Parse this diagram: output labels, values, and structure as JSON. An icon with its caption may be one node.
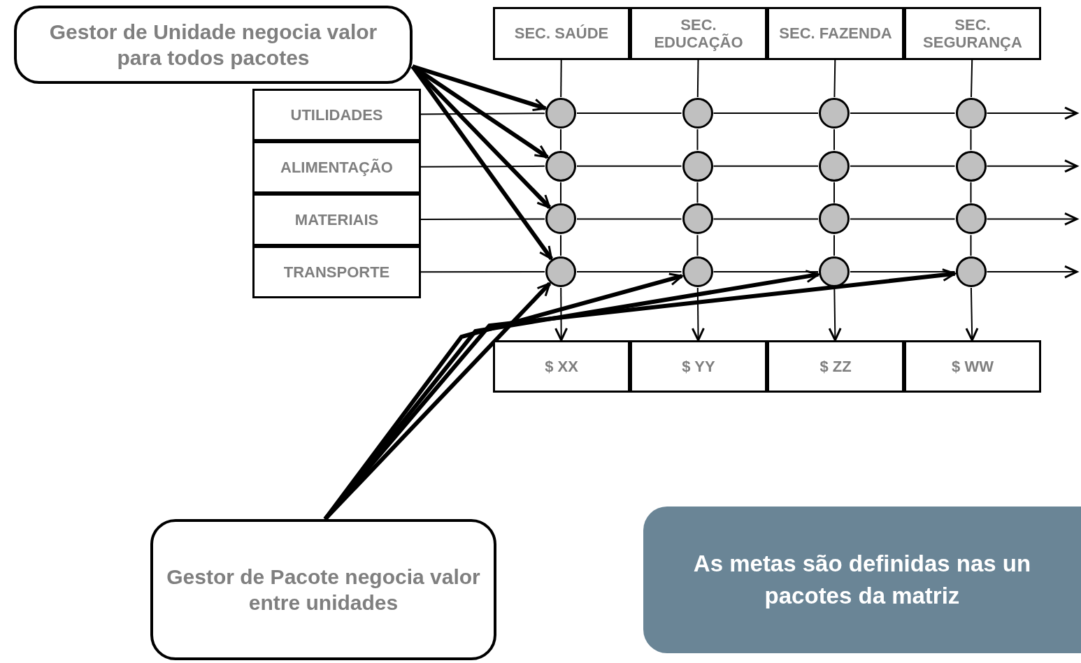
{
  "diagram": {
    "nodes": [
      {
        "text": [
          "Gestor de Unidade negocia valor para todos pacotes"
        ]
      },
      {
        "text": [
          "SEC. SAÚDE"
        ]
      },
      {
        "text": [
          "SEC. EDUCAÇÃO"
        ]
      },
      {
        "text": [
          "SEC. FAZENDA"
        ]
      },
      {
        "text": [
          "SEC. SEGURANÇA"
        ]
      },
      {
        "text": [
          "UTILIDADES"
        ]
      },
      {
        "text": [
          "ALIMENTAÇÃO"
        ]
      },
      {
        "text": [
          "MATERIAIS"
        ]
      },
      {
        "text": [
          "TRANSPORTE"
        ]
      },
      {
        "text": [],
        "shape": "circle"
      },
      {
        "text": [],
        "shape": "circle"
      },
      {
        "text": [],
        "shape": "circle"
      },
      {
        "text": [],
        "shape": "circle"
      },
      {
        "text": [],
        "shape": "circle"
      },
      {
        "text": [],
        "shape": "circle"
      },
      {
        "text": [],
        "shape": "circle"
      },
      {
        "text": [],
        "shape": "circle"
      },
      {
        "text": [],
        "shape": "circle"
      },
      {
        "text": [],
        "shape": "circle"
      },
      {
        "text": [],
        "shape": "circle"
      },
      {
        "text": [],
        "shape": "circle"
      },
      {
        "text": [],
        "shape": "circle"
      },
      {
        "text": [],
        "shape": "circle"
      },
      {
        "text": [],
        "shape": "circle"
      },
      {
        "text": [],
        "shape": "circle"
      },
      {
        "text": [
          "$ XX"
        ]
      },
      {
        "text": [
          "$ YY"
        ]
      },
      {
        "text": [
          "$ ZZ"
        ]
      },
      {
        "text": [
          "$ WW"
        ]
      },
      {
        "text": [
          "Gestor de Pacote negocia valor entre unidades"
        ]
      },
      {
        "text": [
          "As metas são definidas nas un pacotes da matriz"
        ]
      }
    ],
    "edges": [
      {
        "from": 1,
        "to": 9,
        "arrow": "none"
      },
      {
        "from": 2,
        "to": 10,
        "arrow": "none"
      },
      {
        "from": 3,
        "to": 11,
        "arrow": "none"
      },
      {
        "from": 4,
        "to": 12,
        "arrow": "none"
      },
      {
        "from": 5,
        "to": 9,
        "arrow": "none"
      },
      {
        "from": 6,
        "to": 13,
        "arrow": "none"
      },
      {
        "from": 7,
        "to": 17,
        "arrow": "none"
      },
      {
        "from": 8,
        "to": 21,
        "arrow": "none"
      },
      {
        "from": 9,
        "to": 10,
        "arrow": "none"
      },
      {
        "from": 10,
        "to": 11,
        "arrow": "none"
      },
      {
        "from": 11,
        "to": 12,
        "arrow": "none"
      },
      {
        "from": 12,
        "to": null,
        "arrow": "to"
      },
      {
        "from": 13,
        "to": 14,
        "arrow": "none"
      },
      {
        "from": 14,
        "to": 15,
        "arrow": "none"
      },
      {
        "from": 15,
        "to": 16,
        "arrow": "none"
      },
      {
        "from": 16,
        "to": null,
        "arrow": "to"
      },
      {
        "from": 17,
        "to": 18,
        "arrow": "none"
      },
      {
        "from": 18,
        "to": 19,
        "arrow": "none"
      },
      {
        "from": 19,
        "to": 20,
        "arrow": "none"
      },
      {
        "from": 20,
        "to": null,
        "arrow": "to"
      },
      {
        "from": 21,
        "to": 22,
        "arrow": "none"
      },
      {
        "from": 22,
        "to": 23,
        "arrow": "none"
      },
      {
        "from": 23,
        "to": 24,
        "arrow": "none"
      },
      {
        "from": 24,
        "to": null,
        "arrow": "to"
      },
      {
        "from": 9,
        "to": 13,
        "arrow": "none"
      },
      {
        "from": 13,
        "to": 17,
        "arrow": "none"
      },
      {
        "from": 17,
        "to": 21,
        "arrow": "none"
      },
      {
        "from": 21,
        "to": 25,
        "arrow": "to"
      },
      {
        "from": 10,
        "to": 14,
        "arrow": "none"
      },
      {
        "from": 14,
        "to": 18,
        "arrow": "none"
      },
      {
        "from": 18,
        "to": 22,
        "arrow": "none"
      },
      {
        "from": 22,
        "to": 26,
        "arrow": "to"
      },
      {
        "from": 11,
        "to": 15,
        "arrow": "none"
      },
      {
        "from": 15,
        "to": 19,
        "arrow": "none"
      },
      {
        "from": 19,
        "to": 23,
        "arrow": "none"
      },
      {
        "from": 23,
        "to": 27,
        "arrow": "to"
      },
      {
        "from": 12,
        "to": 16,
        "arrow": "none"
      },
      {
        "from": 16,
        "to": 20,
        "arrow": "none"
      },
      {
        "from": 20,
        "to": 24,
        "arrow": "none"
      },
      {
        "from": 24,
        "to": 28,
        "arrow": "to"
      },
      {
        "from": 0,
        "to": 9,
        "arrow": "to",
        "style": "thick"
      },
      {
        "from": 0,
        "to": 13,
        "arrow": "to",
        "style": "thick"
      },
      {
        "from": 0,
        "to": 17,
        "arrow": "to",
        "style": "thick"
      },
      {
        "from": 0,
        "to": 21,
        "arrow": "to",
        "style": "thick"
      },
      {
        "from": 29,
        "to": 21,
        "arrow": "to",
        "style": "thick"
      },
      {
        "from": 29,
        "to": 22,
        "arrow": "to",
        "style": "thick"
      },
      {
        "from": 29,
        "to": 23,
        "arrow": "to",
        "style": "thick"
      },
      {
        "from": 29,
        "to": 24,
        "arrow": "to",
        "style": "thick"
      }
    ]
  }
}
